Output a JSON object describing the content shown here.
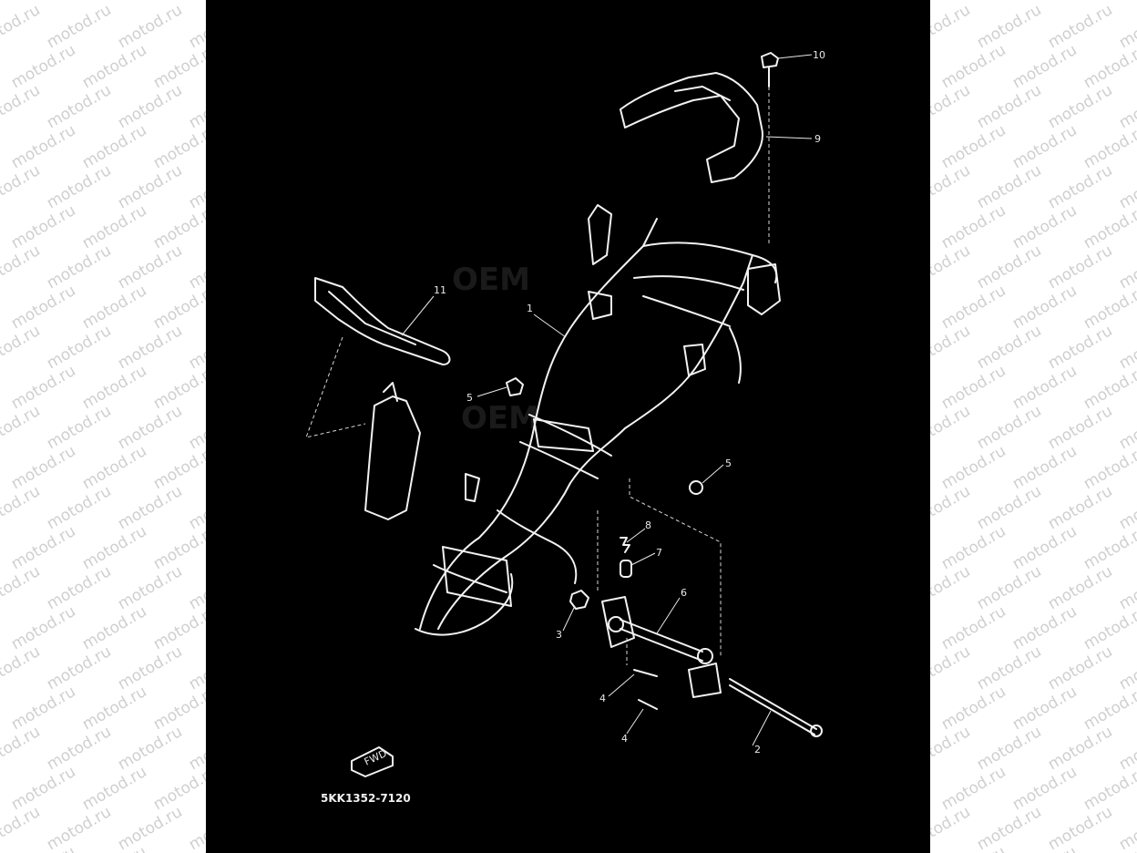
{
  "watermark": {
    "text": "motod.ru",
    "color": "#cfcfcf"
  },
  "diagram": {
    "part_code": "5KK1352-7120",
    "background": "#000000",
    "line_color": "#f2f2f2",
    "fwd_label": "FWD",
    "ghost_logo": "OEM",
    "callouts": [
      "10",
      "9",
      "11",
      "1",
      "5",
      "5",
      "8",
      "7",
      "6",
      "3",
      "4",
      "4",
      "2"
    ]
  }
}
